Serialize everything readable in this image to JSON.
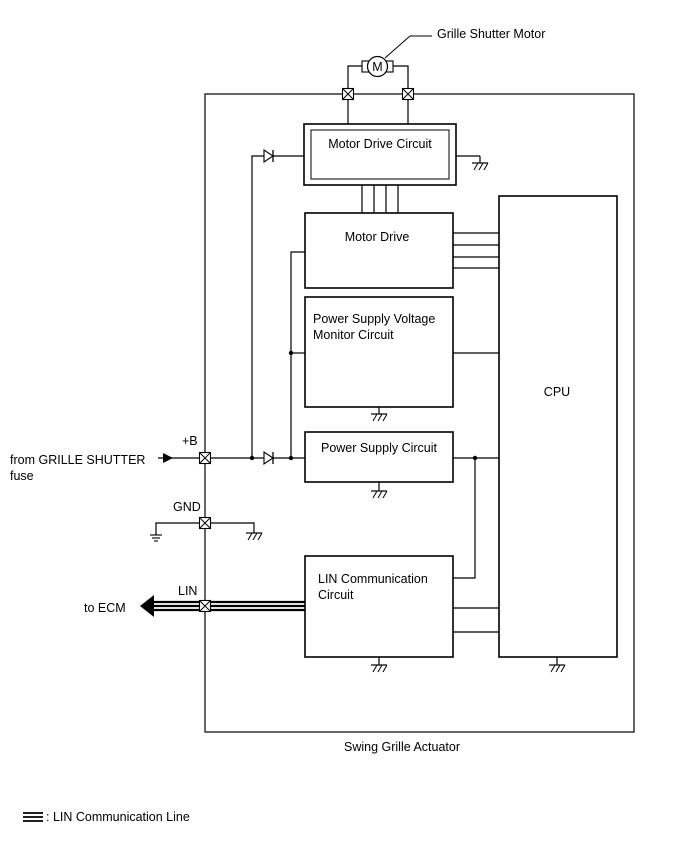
{
  "diagram": {
    "motor_label": "Grille Shutter Motor",
    "motor_symbol": "M",
    "actuator_label": "Swing Grille Actuator",
    "blocks": {
      "motor_drive_circuit": "Motor Drive Circuit",
      "motor_drive": "Motor Drive",
      "psv_monitor_line1": "Power Supply Voltage",
      "psv_monitor_line2": "Monitor Circuit",
      "power_supply": "Power Supply Circuit",
      "lin_comm_line1": "LIN Communication",
      "lin_comm_line2": "Circuit",
      "cpu": "CPU"
    },
    "terminals": {
      "plus_b": "+B",
      "gnd": "GND",
      "lin": "LIN"
    },
    "external": {
      "from_fuse_line1": "from GRILLE SHUTTER",
      "from_fuse_line2": "fuse",
      "to_ecm": "to ECM"
    },
    "legend": {
      "lin_line": ": LIN Communication Line"
    }
  }
}
